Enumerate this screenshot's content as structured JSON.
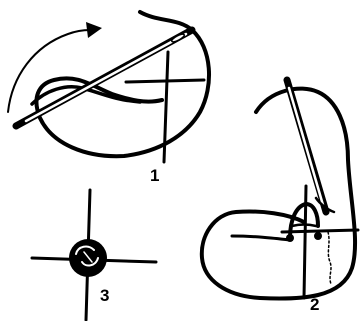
{
  "diagram": {
    "steps": [
      {
        "number": "1"
      },
      {
        "number": "2"
      },
      {
        "number": "3"
      }
    ]
  },
  "colors": {
    "ink": "#000000",
    "background": "#ffffff"
  }
}
